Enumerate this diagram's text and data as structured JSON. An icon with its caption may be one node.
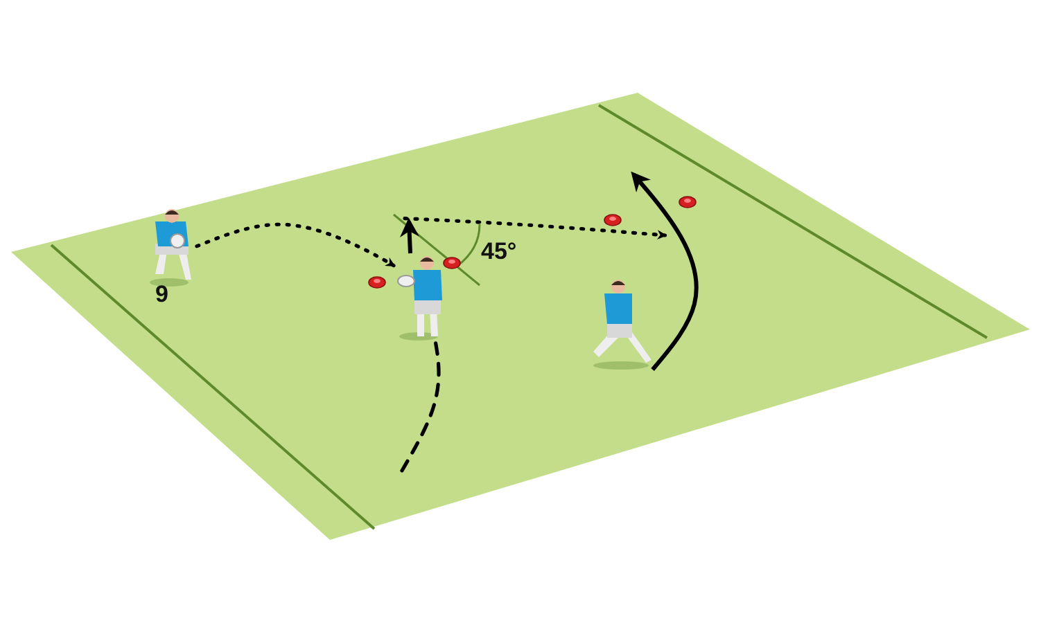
{
  "diagram": {
    "nodes": [
      {
        "text": [],
        "shape": "person",
        "beside": [
          "9"
        ]
      },
      {
        "text": [],
        "shape": "person"
      },
      {
        "text": [],
        "shape": "person"
      }
    ],
    "edges": [
      {
        "from": 0,
        "to": 1,
        "arrow": "to",
        "style": "dashed"
      },
      {
        "from": 1,
        "to": null,
        "arrow": "to"
      },
      {
        "from": null,
        "to": 1,
        "arrow": "none",
        "style": "dashed"
      },
      {
        "from": 1,
        "to": 2,
        "arrow": "to",
        "style": "dashed"
      },
      {
        "from": 2,
        "to": null,
        "arrow": "to"
      }
    ],
    "labels": [
      "45°"
    ]
  }
}
